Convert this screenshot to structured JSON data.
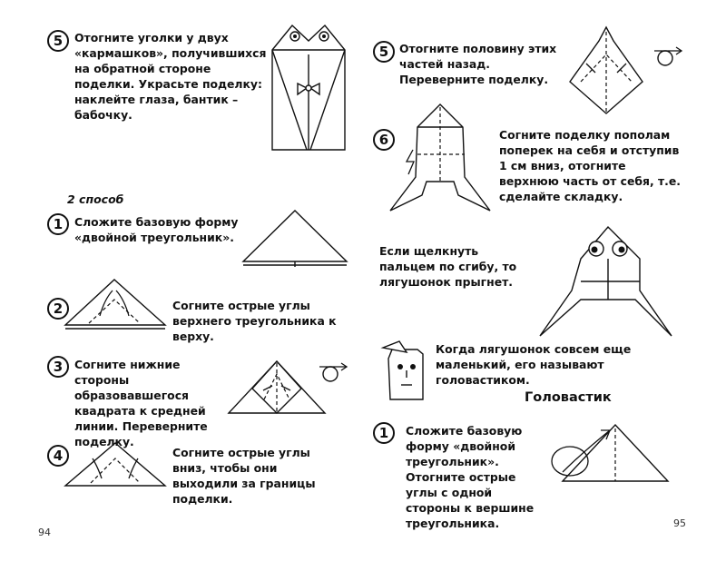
{
  "left_page": {
    "step5": {
      "number": "5",
      "text": "Отогните уголки у двух «кармашков», получившихся на обратной стороне поделки. Украсьте поделку: наклейте глаза, бантик – бабочку."
    },
    "section_label": "2 способ",
    "step1": {
      "number": "1",
      "text": "Сложите базовую форму «двойной треугольник»."
    },
    "step2": {
      "number": "2",
      "text": "Согните острые углы верхнего треугольника к верху."
    },
    "step3": {
      "number": "3",
      "text": "Согните нижние стороны образовавшегося квадрата к средней линии. Переверните поделку."
    },
    "step4": {
      "number": "4",
      "text": "Согните острые углы вниз, чтобы они выходили за границы поделки."
    },
    "page_number": "94"
  },
  "right_page": {
    "step5": {
      "number": "5",
      "text": "Отогните половину этих частей назад. Переверните поделку."
    },
    "step6": {
      "number": "6",
      "text": "Согните поделку пополам поперек на себя и отступив 1 см вниз, отогните верхнюю часть от себя, т.е. сделайте складку."
    },
    "jump_note": "Если щелкнуть пальцем по сгибу, то лягушонок прыгнет.",
    "tadpole_note": "Когда лягушонок совсем еще маленький, его называют головастиком.",
    "tadpole_heading": "Головастик",
    "tadpole_step1": {
      "number": "1",
      "text": "Сложите базовую форму «двойной треугольник». Отогните острые углы с одной стороны к вершине треугольника."
    },
    "page_number": "95"
  }
}
